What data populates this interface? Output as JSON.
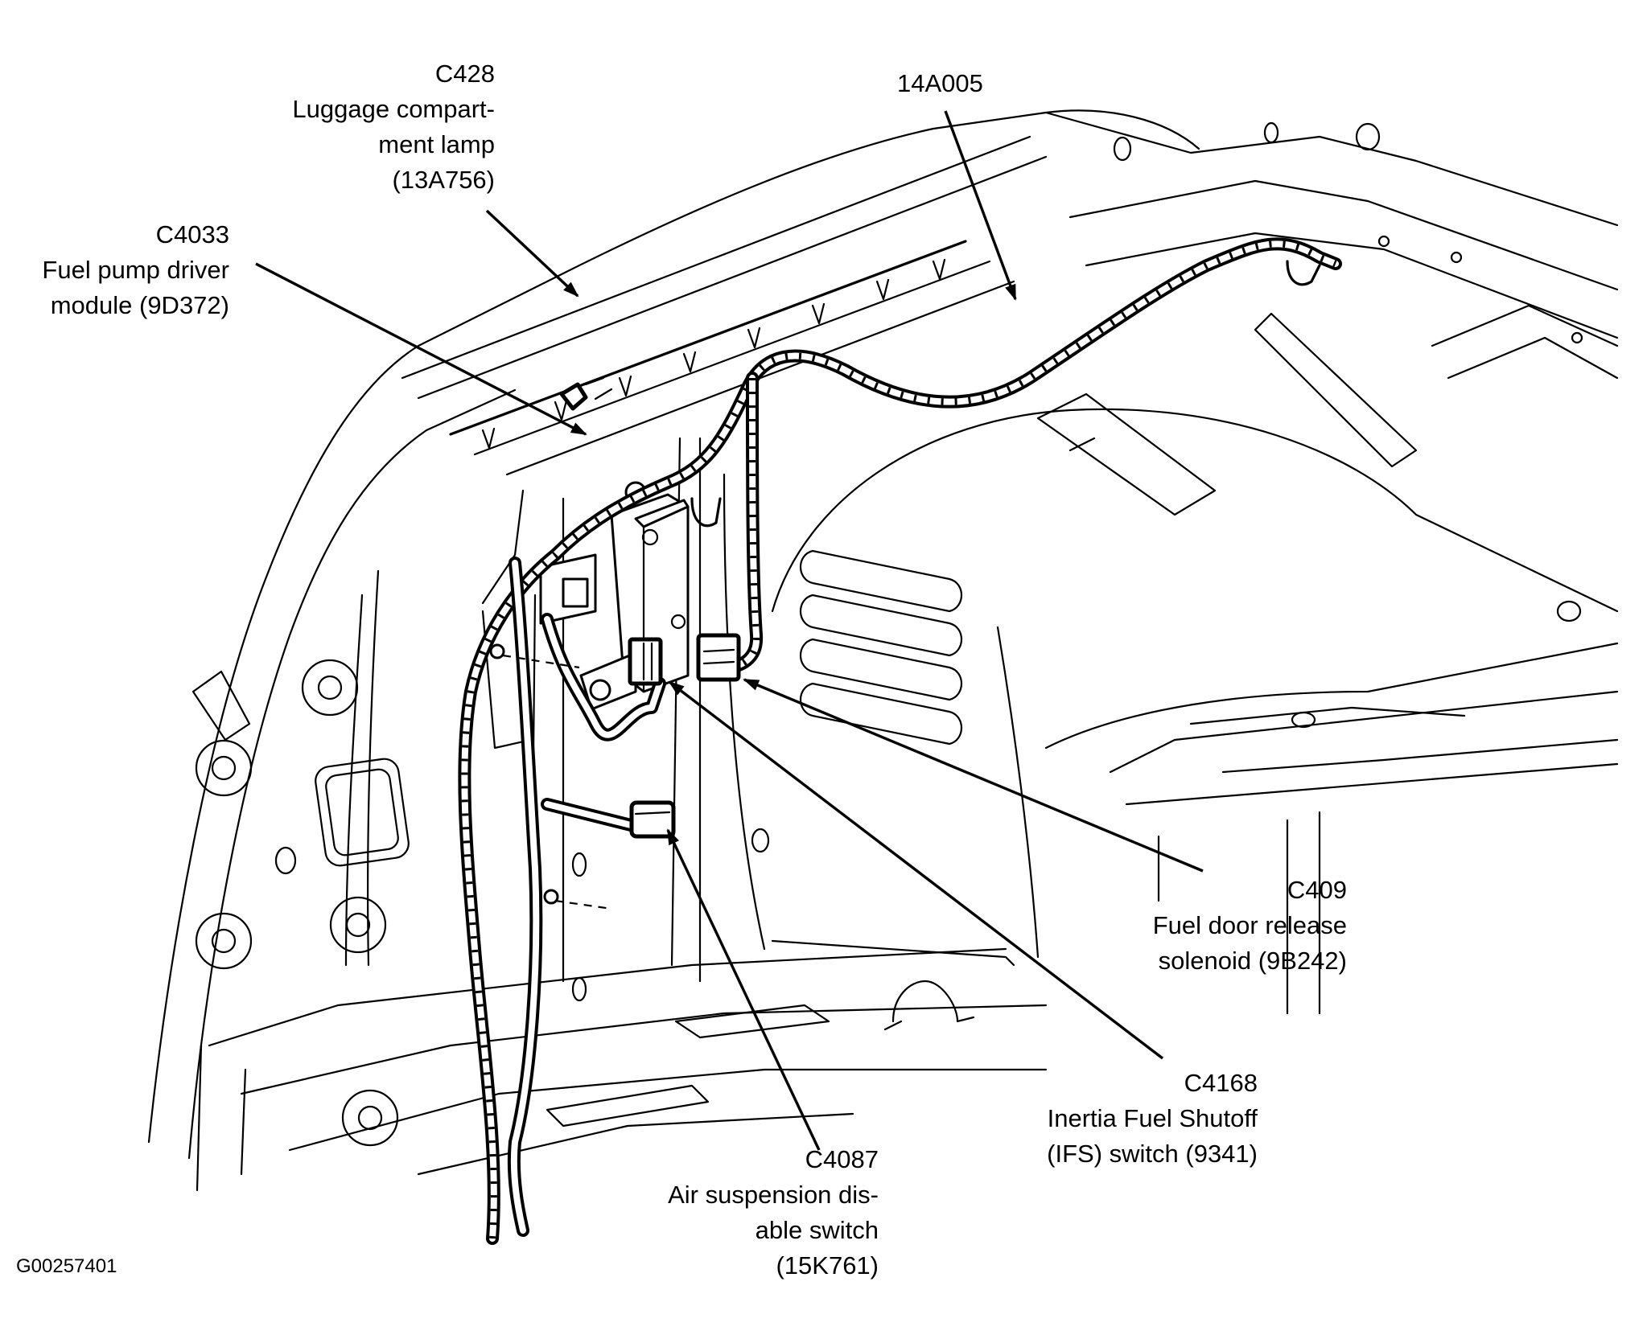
{
  "figure_id": "G00257401",
  "harness": {
    "id": "14A005"
  },
  "callouts": [
    {
      "key": "c428",
      "connector": "C428",
      "description_lines": [
        "Luggage compart-",
        "ment lamp",
        "(13A756)"
      ]
    },
    {
      "key": "c4033",
      "connector": "C4033",
      "description_lines": [
        "Fuel pump driver",
        "module (9D372)"
      ]
    },
    {
      "key": "c409",
      "connector": "C409",
      "description_lines": [
        "Fuel door release",
        "solenoid (9B242)"
      ]
    },
    {
      "key": "c4168",
      "connector": "C4168",
      "description_lines": [
        "Inertia Fuel Shutoff",
        "(IFS) switch (9341)"
      ]
    },
    {
      "key": "c4087",
      "connector": "C4087",
      "description_lines": [
        "Air suspension dis-",
        "able switch",
        "(15K761)"
      ]
    }
  ],
  "icons": {
    "harness": "wiring-harness-icon",
    "module": "fuel-pump-driver-module-icon",
    "connector": "electrical-connector-icon",
    "arrow": "leader-arrow-icon"
  }
}
